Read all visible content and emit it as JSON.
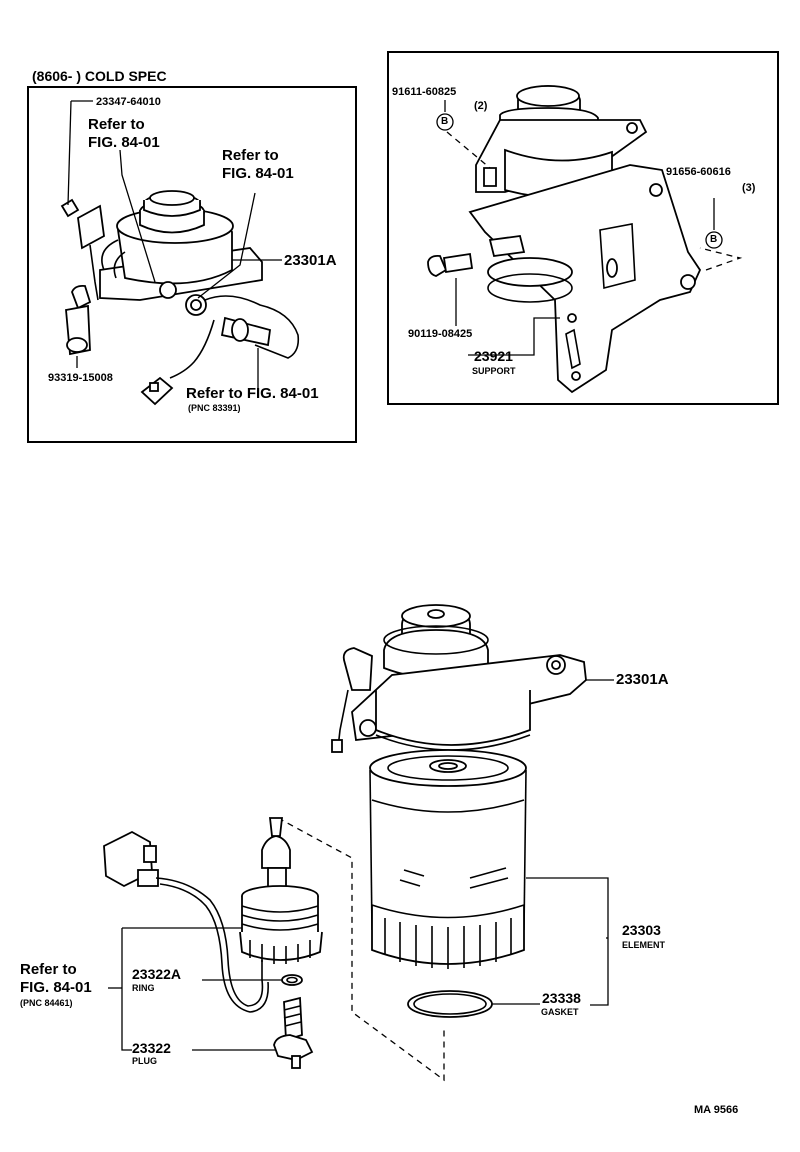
{
  "inset_left": {
    "header": "(8606-         ) COLD  SPEC",
    "labels": {
      "p23347": "23347-64010",
      "refer1_a": "Refer to",
      "refer1_b": "FIG. 84-01",
      "refer2_a": "Refer to",
      "refer2_b": "FIG. 84-01",
      "p23301a": "23301A",
      "p93319": "93319-15008",
      "refer3": "Refer to FIG. 84-01",
      "pnc83391": "(PNC 83391)"
    }
  },
  "inset_right": {
    "labels": {
      "p91611": "91611-60825",
      "qty2": "(2)",
      "markB1": "B",
      "p91656": "91656-60616",
      "qty3": "(3)",
      "markB2": "B",
      "p90119": "90119-08425",
      "p23921": "23921",
      "support": "SUPPORT"
    }
  },
  "main": {
    "labels": {
      "p23301a": "23301A",
      "p23303": "23303",
      "element": "ELEMENT",
      "p23338": "23338",
      "gasket": "GASKET",
      "refer_a": "Refer to",
      "refer_b": "FIG. 84-01",
      "pnc84461": "(PNC 84461)",
      "p23322a": "23322A",
      "ring": "RING",
      "p23322": "23322",
      "plug": "PLUG",
      "code": "MA  9566"
    }
  }
}
